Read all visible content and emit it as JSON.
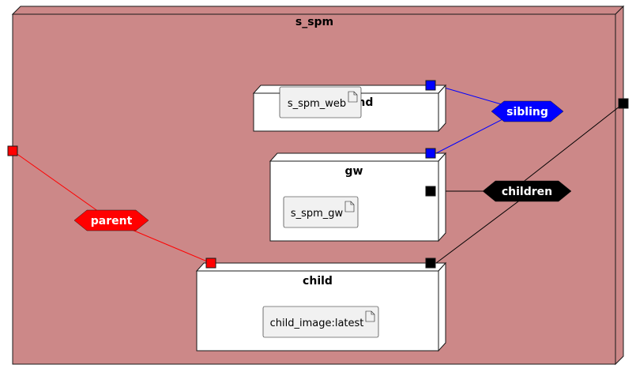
{
  "diagram": {
    "outer_node": {
      "label": "s_spm",
      "fill": "#CC8888"
    },
    "nodes": {
      "frontend": {
        "label": "frontend",
        "artifact": "s_spm_web"
      },
      "gw": {
        "label": "gw",
        "artifact": "s_spm_gw"
      },
      "child": {
        "label": "child",
        "artifact": "child_image:latest"
      }
    },
    "connectors": {
      "sibling": {
        "label": "sibling",
        "color": "#0000FF"
      },
      "children": {
        "label": "children",
        "color": "#000000"
      },
      "parent": {
        "label": "parent",
        "color": "#FF0000"
      }
    }
  }
}
